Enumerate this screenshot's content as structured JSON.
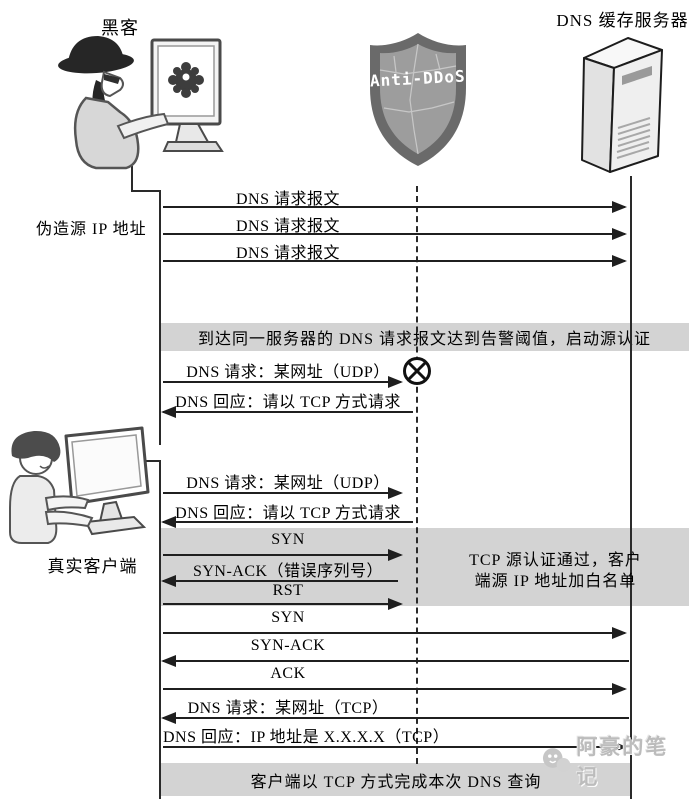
{
  "nodes": {
    "hacker": {
      "label": "黑客"
    },
    "shield": {
      "label": "Anti-DDoS"
    },
    "server": {
      "label": "DNS 缓存服务器"
    },
    "client": {
      "label": "真实客户端"
    }
  },
  "annotations": {
    "forged_ip": "伪造源 IP 地址",
    "note_line1": "TCP 源认证通过，客户",
    "note_line2": "端源 IP 地址加白名单"
  },
  "banners": {
    "threshold": "到达同一服务器的 DNS 请求报文达到告警阈值，启动源认证",
    "complete": "客户端以 TCP 方式完成本次 DNS 查询"
  },
  "messages": [
    {
      "label": "DNS 请求报文",
      "direction": "right"
    },
    {
      "label": "DNS 请求报文",
      "direction": "right"
    },
    {
      "label": "DNS 请求报文",
      "direction": "right"
    },
    {
      "label": "DNS 请求：某网址（UDP）",
      "direction": "right"
    },
    {
      "label": "DNS 回应：请以 TCP 方式请求",
      "direction": "left"
    },
    {
      "label": "DNS 请求：某网址（UDP）",
      "direction": "right"
    },
    {
      "label": "DNS 回应：请以 TCP 方式请求",
      "direction": "left"
    },
    {
      "label": "SYN",
      "direction": "right"
    },
    {
      "label": "SYN-ACK（错误序列号）",
      "direction": "left"
    },
    {
      "label": "RST",
      "direction": "right"
    },
    {
      "label": "SYN",
      "direction": "right"
    },
    {
      "label": "SYN-ACK",
      "direction": "left"
    },
    {
      "label": "ACK",
      "direction": "right"
    },
    {
      "label": "DNS 请求：某网址（TCP）",
      "direction": "left"
    },
    {
      "label": "DNS 回应：IP 地址是 X.X.X.X（TCP）",
      "direction": "right"
    }
  ],
  "icons": {
    "blocked": "blocked-circle-x-icon"
  },
  "watermark": {
    "text": "阿豪的笔记"
  },
  "colors": {
    "band_bg": "#d3d3d3",
    "arrow": "#1f1f1f",
    "shield_dark": "#6a6a6a",
    "shield_light": "#9d9d9d"
  }
}
